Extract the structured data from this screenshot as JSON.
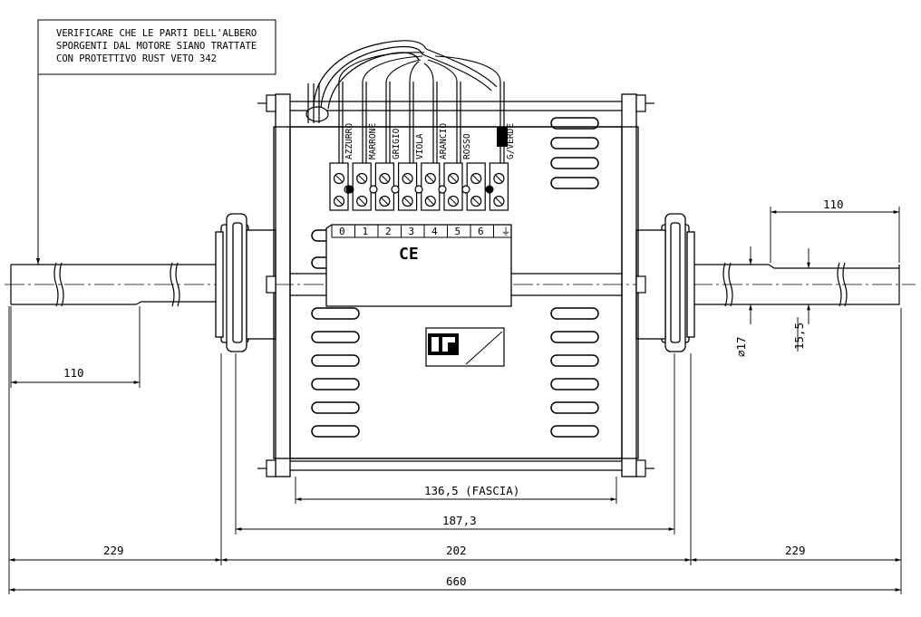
{
  "note": {
    "lines": [
      "VERIFICARE CHE LE PARTI DELL'ALBERO",
      "SPORGENTI DAL MOTORE SIANO TRATTATE",
      "CON PROTETTIVO RUST VETO 342"
    ]
  },
  "wires": [
    "AZZURRO",
    "MARRONE",
    "GRIGIO",
    "VIOLA",
    "ARANCIO",
    "ROSSO",
    "G/VERDE"
  ],
  "terminals": [
    "0",
    "1",
    "2",
    "3",
    "4",
    "5",
    "6",
    "⏚"
  ],
  "ce_mark": "CE",
  "dimensions": {
    "left_shaft": "110",
    "right_shaft": "110",
    "diameter": "⌀17",
    "flat": "15,5",
    "band": "136,5   (FASCIA)",
    "body": "187,3",
    "left_229": "229",
    "center_202": "202",
    "right_229": "229",
    "total": "660"
  },
  "colors": {
    "line": "#000000",
    "background": "#ffffff"
  }
}
